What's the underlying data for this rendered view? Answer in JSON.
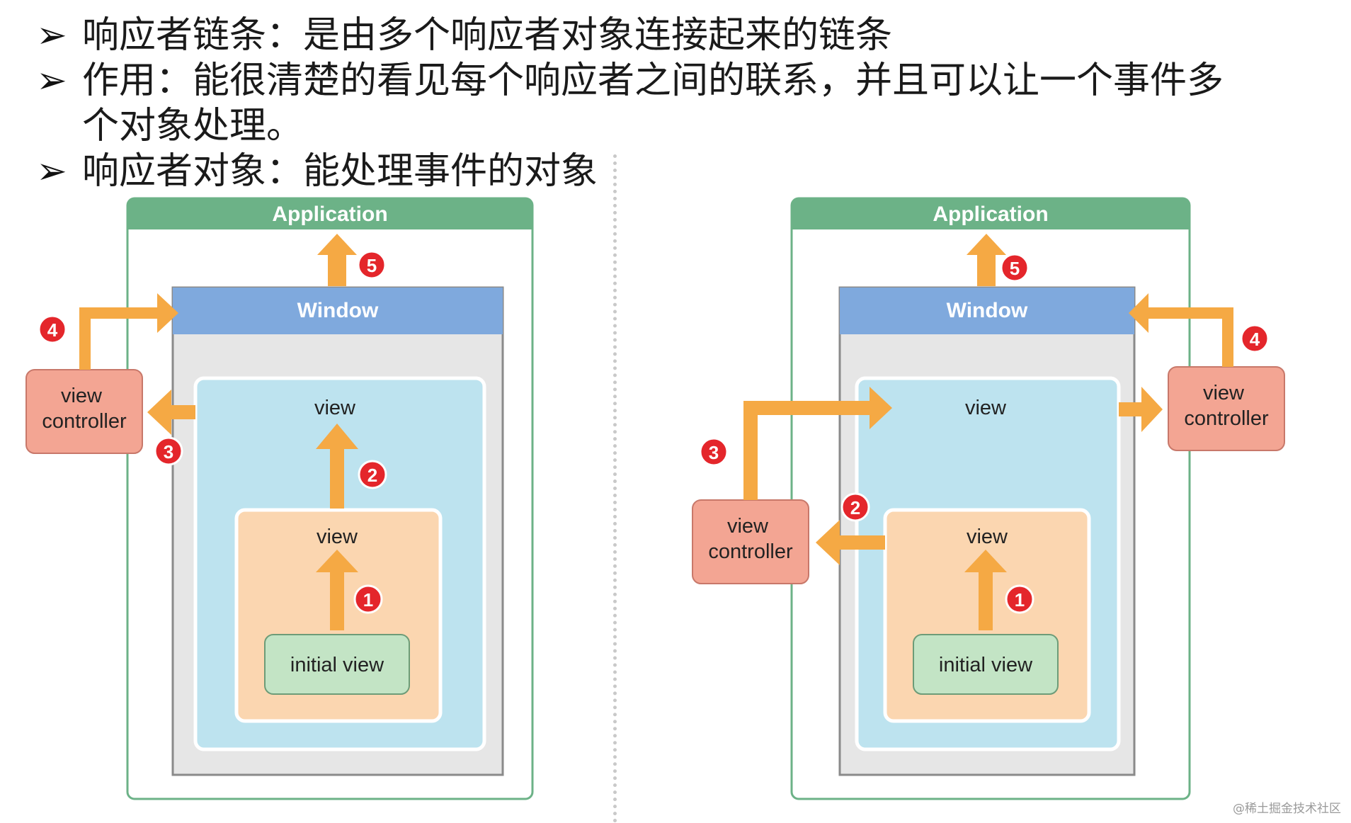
{
  "bullets": [
    {
      "marker": "➢",
      "text": "响应者链条：是由多个响应者对象连接起来的链条"
    },
    {
      "marker": "➢",
      "text": "作用：能很清楚的看见每个响应者之间的联系，并且可以让一个事件多个对象处理。"
    },
    {
      "marker": "➢",
      "text": "响应者对象：能处理事件的对象"
    }
  ],
  "left_diagram": {
    "application": "Application",
    "window": "Window",
    "view_outer": "view",
    "view_inner": "view",
    "initial_view": "initial view",
    "view_controller": "view\ncontroller",
    "steps": [
      "1",
      "2",
      "3",
      "4",
      "5"
    ]
  },
  "right_diagram": {
    "application": "Application",
    "window": "Window",
    "view_outer": "view",
    "view_inner": "view",
    "initial_view": "initial view",
    "view_controller_a": "view\ncontroller",
    "view_controller_b": "view\ncontroller",
    "steps": [
      "1",
      "2",
      "3",
      "4",
      "5"
    ]
  },
  "watermark": "@稀土掘金技术社区",
  "colors": {
    "application": "#6cb287",
    "window": "#7fa9dd",
    "window_body": "#e6e6e6",
    "view_outer": "#bde3ef",
    "view_inner": "#fbd6b0",
    "initial_view": "#c3e4c5",
    "view_controller": "#f3a593",
    "arrow": "#f5a944",
    "badge": "#e4262b"
  }
}
